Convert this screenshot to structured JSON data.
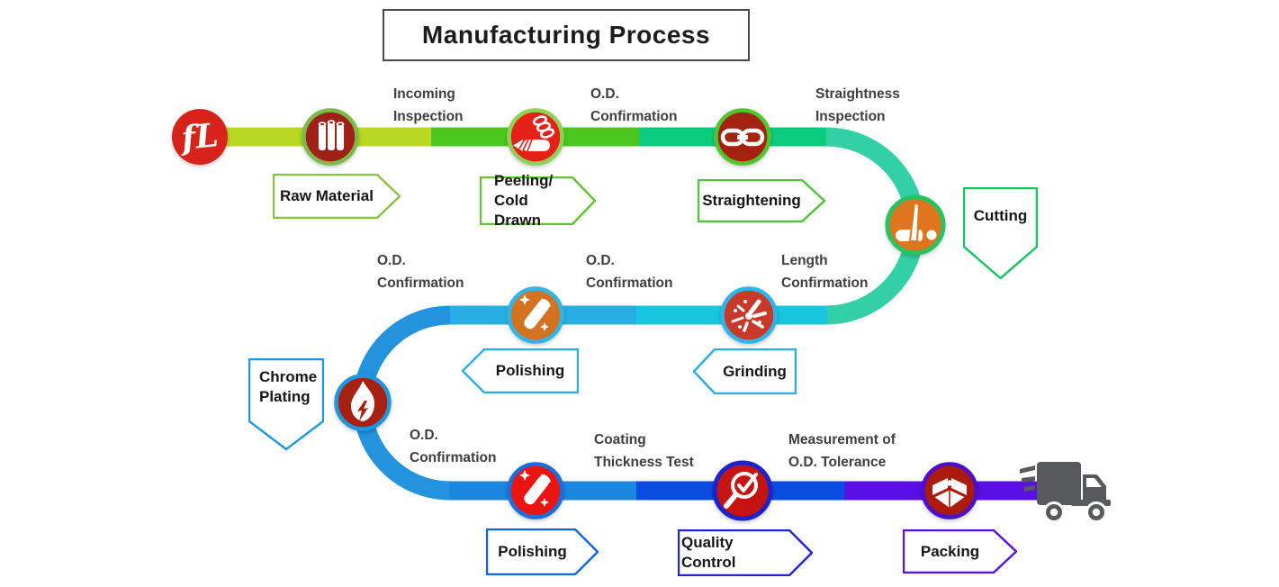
{
  "title": "Manufacturing Process",
  "logo": {
    "text": "fL",
    "color": "#d8231b"
  },
  "stages": [
    {
      "id": "raw-material",
      "label": "Raw Material",
      "border": "#86c440"
    },
    {
      "id": "peeling-cold-drawn",
      "label": "Peeling/\nCold Drawn",
      "border": "#62c32a"
    },
    {
      "id": "straightening",
      "label": "Straightening",
      "border": "#4ec437"
    },
    {
      "id": "cutting",
      "label": "Cutting",
      "border": "#17c15e"
    },
    {
      "id": "grinding",
      "label": "Grinding",
      "border": "#29ade4"
    },
    {
      "id": "polishing",
      "label": "Polishing",
      "border": "#29ade4"
    },
    {
      "id": "chrome-plating",
      "label": "Chrome\nPlating",
      "border": "#2196dc"
    },
    {
      "id": "polishing-2",
      "label": "Polishing",
      "border": "#1064d8"
    },
    {
      "id": "quality-control",
      "label": "Quality Control",
      "border": "#2025d5"
    },
    {
      "id": "packing",
      "label": "Packing",
      "border": "#5a10dc"
    }
  ],
  "inspections": [
    {
      "id": "incoming-inspection",
      "label": "Incoming\nInspection"
    },
    {
      "id": "od-confirmation-1",
      "label": "O.D.\nConfirmation"
    },
    {
      "id": "straightness-inspection",
      "label": "Straightness\nInspection"
    },
    {
      "id": "length-confirmation",
      "label": "Length\nConfirmation"
    },
    {
      "id": "od-confirmation-2",
      "label": "O.D.\nConfirmation"
    },
    {
      "id": "od-confirmation-3",
      "label": "O.D.\nConfirmation"
    },
    {
      "id": "od-confirmation-4",
      "label": "O.D.\nConfirmation"
    },
    {
      "id": "coating-thickness-test",
      "label": "Coating\nThickness Test"
    },
    {
      "id": "measurement-od-tolerance",
      "label": "Measurement of\nO.D. Tolerance"
    }
  ],
  "path_colors": [
    "#b8d822",
    "#4cc71f",
    "#0bcb7e",
    "#33cfa6",
    "#18c6e0",
    "#28aee2",
    "#2293dc",
    "#1b87e0",
    "#0a4ce2",
    "#5a10e4"
  ],
  "icons": {
    "raw_material": {
      "bg": "#9e2117",
      "ring": "#7cba4a"
    },
    "peeling": {
      "bg": "#e42017",
      "ring": "#90d057"
    },
    "straightening": {
      "bg": "#a32310",
      "ring": "#52c52e"
    },
    "cutting": {
      "bg": "#e0751d",
      "ring": "#2bc163"
    },
    "grinding": {
      "bg": "#c8392a",
      "ring": "#31b4e8"
    },
    "polishing_mid": {
      "bg": "#d4731f",
      "ring": "#31b4e8"
    },
    "chrome_plating": {
      "bg": "#a62112",
      "ring": "#2196df"
    },
    "polishing_final": {
      "bg": "#ea1510",
      "ring": "#1a6ede"
    },
    "quality_control": {
      "bg": "#c61410",
      "ring": "#1c23cc"
    },
    "packing": {
      "bg": "#ab1b0c",
      "ring": "#4a10cc"
    }
  },
  "truck": {
    "color": "#58595b"
  }
}
